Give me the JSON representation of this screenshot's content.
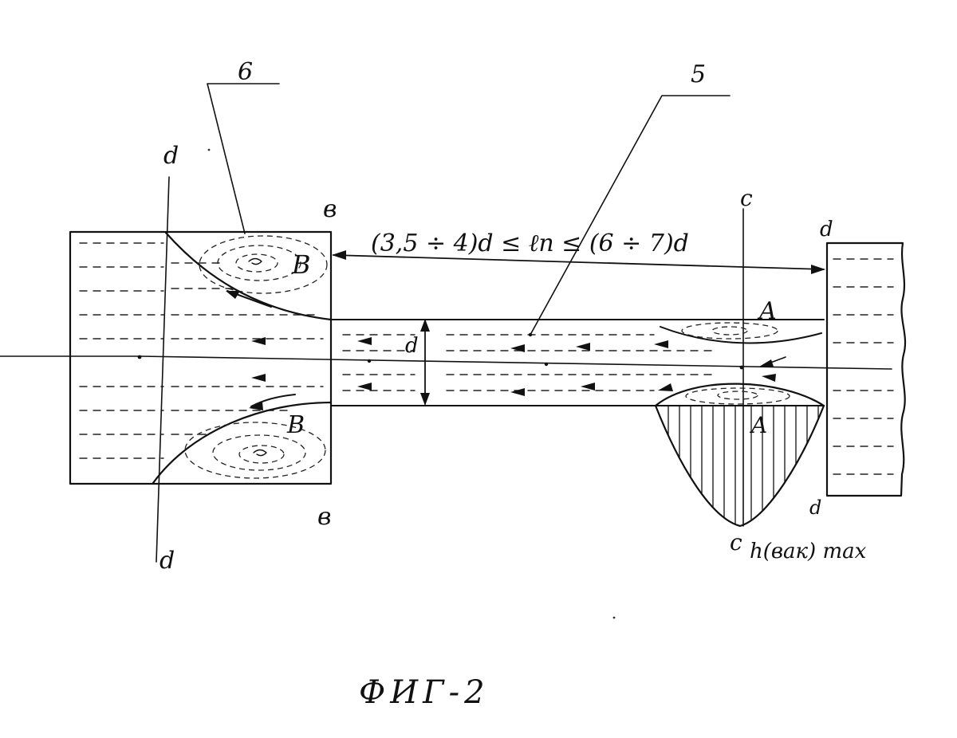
{
  "figure": {
    "caption": "ФИГ-2",
    "callouts": {
      "part_5": "5",
      "part_6": "6"
    },
    "section_labels": {
      "d_top_left": "d",
      "d_bottom_left": "d",
      "c_top": "c",
      "c_bottom": "c",
      "d_top_right": "d",
      "d_bottom_right": "d",
      "b_top": "в",
      "b_bottom": "в"
    },
    "zone_labels": {
      "B_upper": "B",
      "B_lower": "B",
      "A_upper": "A",
      "A_lower": "A"
    },
    "dimension_length": "(3,5 ÷ 4)d ≤ ℓn ≤ (6 ÷ 7)d",
    "dimension_diameter": "d",
    "vacuum_label": "h(вак) max"
  }
}
